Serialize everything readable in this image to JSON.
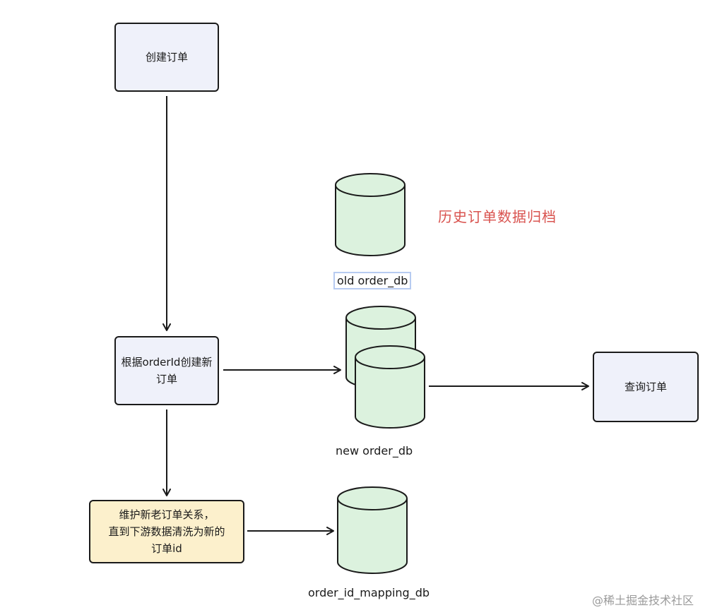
{
  "nodes": {
    "create_order": "创建订单",
    "create_new_order": "根据orderId创建新订单",
    "query_order": "查询订单",
    "maintain_mapping": [
      "维护新老订单关系，",
      "直到下游数据清洗为新的",
      "订单id"
    ]
  },
  "databases": {
    "old_db": "old order_db",
    "new_db": "new order_db",
    "mapping_db": "order_id_mapping_db"
  },
  "annotation": "历史订单数据归档",
  "watermark": "@稀土掘金技术社区",
  "colors": {
    "box_fill": "#eff1fa",
    "highlight_box_fill": "#fcf0cc",
    "db_fill": "#dcf2de",
    "annotation": "#d9534f",
    "stroke": "#1a1a1a"
  }
}
